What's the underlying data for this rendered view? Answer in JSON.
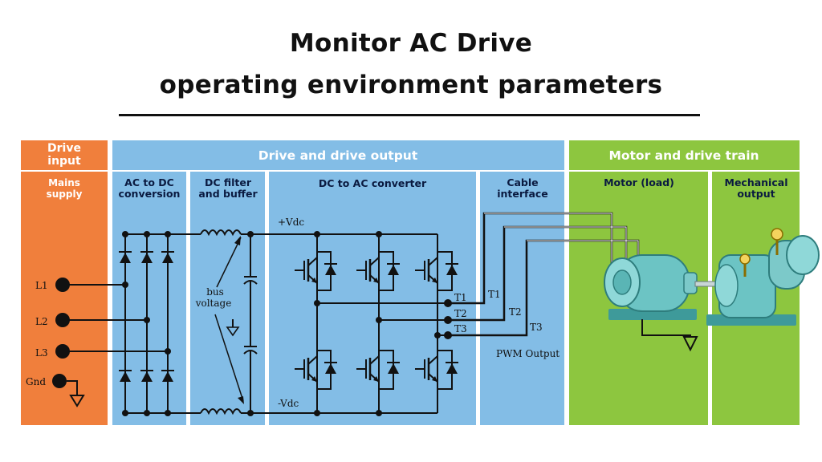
{
  "title": {
    "line1": "Monitor AC Drive",
    "line2": "operating environment parameters"
  },
  "headers": {
    "drive_input": [
      "Drive",
      "input"
    ],
    "drive_output": "Drive and drive output",
    "motor_train": "Motor and drive train"
  },
  "sections": {
    "mains_supply": [
      "Mains",
      "supply"
    ],
    "ac_to_dc": [
      "AC to DC",
      "conversion"
    ],
    "dc_filter": [
      "DC filter",
      "and buffer"
    ],
    "dc_to_ac": "DC to AC converter",
    "cable_interface": [
      "Cable",
      "interface"
    ],
    "motor_load": "Motor (load)",
    "mechanical_output": [
      "Mechanical",
      "output"
    ]
  },
  "labels": {
    "l1": "L1",
    "l2": "L2",
    "l3": "L3",
    "gnd": "Gnd",
    "plus_vdc": "+Vdc",
    "minus_vdc": "-Vdc",
    "bus_voltage": [
      "bus",
      "voltage"
    ],
    "t1": "T1",
    "t2": "T2",
    "t3": "T3",
    "pwm_output": "PWM Output"
  },
  "colors": {
    "orange": "#f07f3c",
    "blue": "#83bde6",
    "green": "#8dc63f",
    "motor": "#6cc4c4"
  }
}
